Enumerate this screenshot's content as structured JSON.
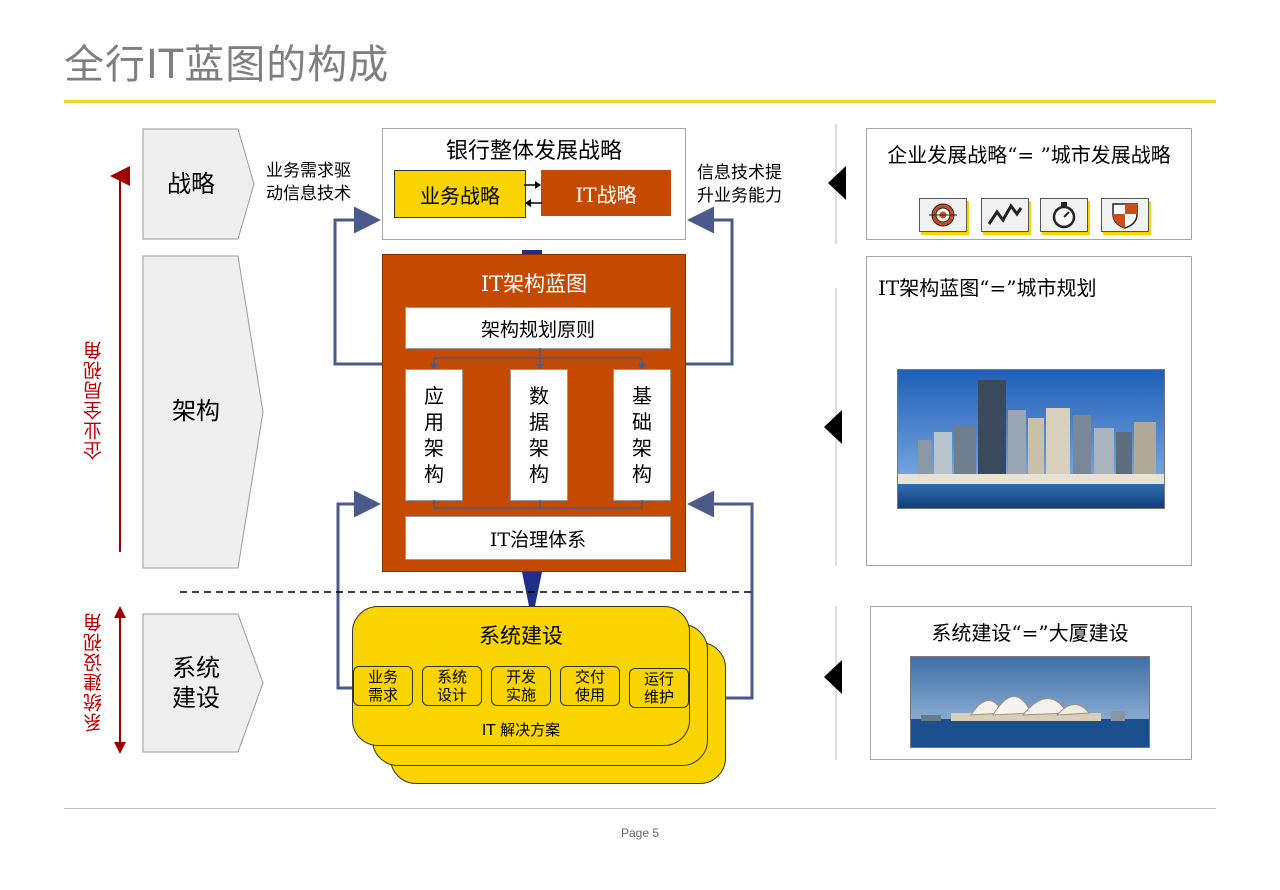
{
  "title": "全行IT蓝图的构成",
  "page_label": "Page 5",
  "side_labels": {
    "enterprise": "企业全局视角",
    "system": "系统建设视角"
  },
  "chevrons": {
    "strategy": "战略",
    "architecture": "架构",
    "system_line1": "系统",
    "system_line2": "建设"
  },
  "annotations": {
    "left_line1": "业务需求驱",
    "left_line2": "动信息技术",
    "right_line1": "信息技术提",
    "right_line2": "升业务能力"
  },
  "strategy_box": {
    "title": "银行整体发展战略",
    "business": "业务战略",
    "it": "IT战略"
  },
  "it_panel": {
    "title": "IT架构蓝图",
    "principles": "架构规划原则",
    "columns": [
      {
        "chars": [
          "应",
          "用",
          "架",
          "构"
        ]
      },
      {
        "chars": [
          "数",
          "据",
          "架",
          "构"
        ]
      },
      {
        "chars": [
          "基",
          "础",
          "架",
          "构"
        ]
      }
    ],
    "governance": "IT治理体系"
  },
  "system_card": {
    "title": "系统建设",
    "steps": [
      {
        "line1": "业务",
        "line2": "需求"
      },
      {
        "line1": "系统",
        "line2": "设计"
      },
      {
        "line1": "开发",
        "line2": "实施"
      },
      {
        "line1": "交付",
        "line2": "使用"
      },
      {
        "line1": "运行",
        "line2": "维护"
      }
    ],
    "solution": "IT 解决方案"
  },
  "right_panels": {
    "strategy": "企业发展战略“= ”城市发展战略",
    "architecture": "IT架构蓝图“=”城市规划",
    "system": "系统建设“=”大厦建设"
  },
  "icons": [
    "target-icon",
    "trend-chart-icon",
    "stopwatch-icon",
    "shield-icon"
  ],
  "colors": {
    "accent_yellow": "#fad400",
    "it_orange": "#c44a02",
    "connector_blue": "#4a5a8a",
    "perspective_red": "#c00000"
  }
}
